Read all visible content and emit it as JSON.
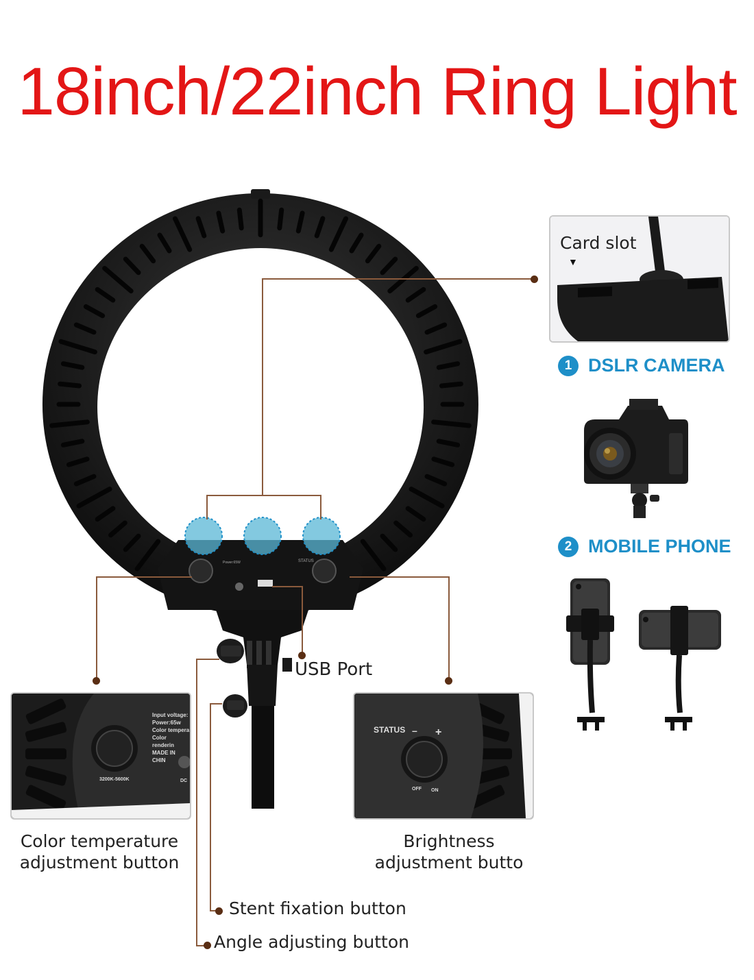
{
  "title": "18inch/22inch Ring Light",
  "card_slot": {
    "label": "Card slot",
    "arrow": "▼"
  },
  "section_1": {
    "number": "1",
    "label": "DSLR CAMERA"
  },
  "section_2": {
    "number": "2",
    "label": "MOBILE PHONE"
  },
  "usb_port": "USB Port",
  "color_temp": {
    "line1": "Color temperature",
    "line2": "adjustment button"
  },
  "brightness": {
    "line1": "Brightness",
    "line2": "adjustment butto"
  },
  "stent_fixation": "Stent fixation button",
  "angle_adjusting": "Angle adjusting button",
  "panel_left_specs": [
    "Input voltage:",
    "Power:65w",
    "Color tempera",
    "Color renderin",
    "MADE IN CHIN"
  ],
  "panel_left_range": "3200K-5600K",
  "panel_left_dc": "DC",
  "panel_right": {
    "status": "STATUS",
    "minus": "–",
    "plus": "+",
    "off": "OFF",
    "on": "ON"
  },
  "colors": {
    "title": "#e31616",
    "accent": "#1e8fc8",
    "leader": "#8a5a3c"
  }
}
